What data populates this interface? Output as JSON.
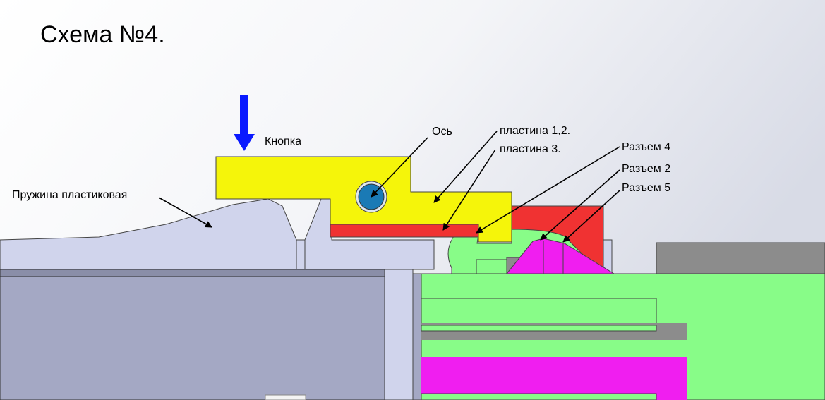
{
  "title": "Схема №4.",
  "labels": {
    "button": "Кнопка",
    "axis": "Ось",
    "plate12": "пластина 1,2.",
    "plate3": "пластина 3.",
    "connector4": "Разъем 4",
    "connector2": "Разъем 2",
    "connector5": "Разъем 5",
    "spring": "Пружина пластиковая"
  },
  "colors": {
    "button": "#f5f50a",
    "plate3": "#f03232",
    "connector": "#88fc88",
    "magenta": "#f01ef0",
    "axis": "#1a7ab5",
    "arrow": "#0a1aff",
    "spring": "#d0d4ec",
    "housing": "#a4a8c4"
  }
}
